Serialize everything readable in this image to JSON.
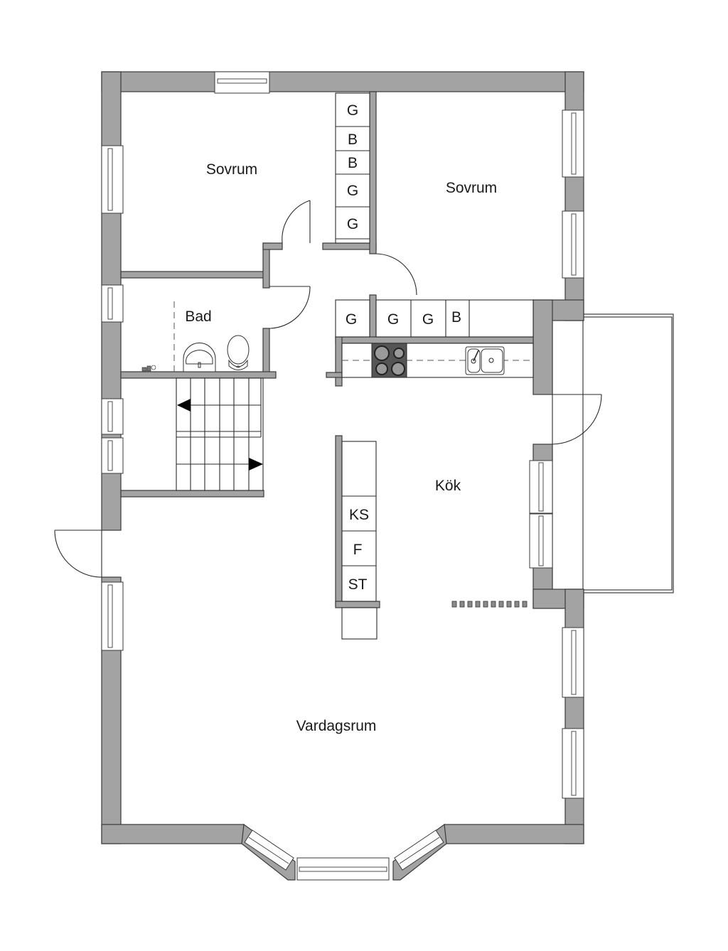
{
  "plan": {
    "type": "floor-plan",
    "wall_color": "#a3a3a3",
    "rooms": {
      "bedroom_left": "Sovrum",
      "bedroom_right": "Sovrum",
      "bathroom": "Bad",
      "kitchen": "Kök",
      "living_room": "Vardagsrum"
    },
    "wardrobe_column": [
      "G",
      "B",
      "B",
      "G",
      "G"
    ],
    "kitchen_upper_cabinets": [
      "G",
      "G",
      "G",
      "B"
    ],
    "kitchen_tall_units": [
      "KS",
      "F",
      "ST"
    ]
  }
}
